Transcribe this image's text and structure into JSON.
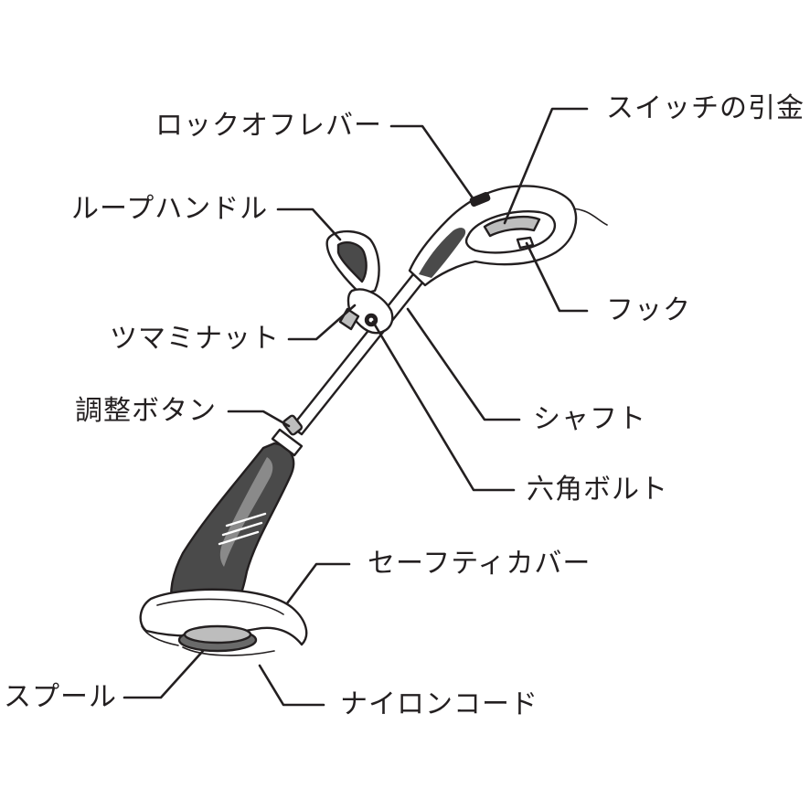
{
  "labels": {
    "lock_off_lever": "ロックオフレバー",
    "switch_trigger": "スイッチの引金",
    "loop_handle": "ループハンドル",
    "knob_nut": "ツマミナット",
    "hook": "フック",
    "adjust_button": "調整ボタン",
    "shaft": "シャフト",
    "hex_bolt": "六角ボルト",
    "safety_cover": "セーフティカバー",
    "spool": "スプール",
    "nylon_cord": "ナイロンコード"
  },
  "colors": {
    "ink": "#231f20",
    "body_gray": "#4a4a4a",
    "light_gray": "#bdbdbd",
    "background": "#ffffff"
  }
}
